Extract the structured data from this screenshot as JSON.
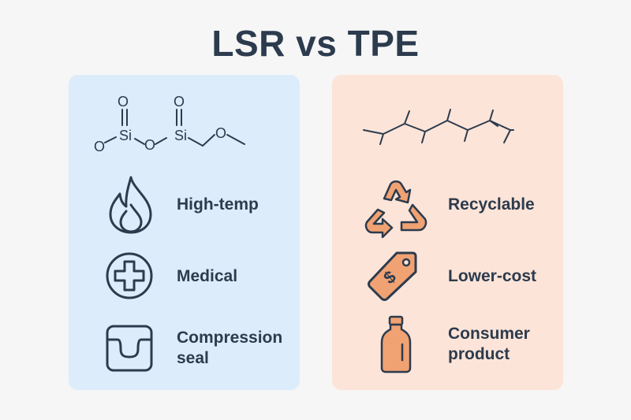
{
  "title": "LSR vs TPE",
  "left_panel": {
    "structure": {
      "atoms": {
        "si": "Si",
        "o": "O"
      }
    },
    "features": [
      {
        "icon": "flame-icon",
        "label": "High-temp"
      },
      {
        "icon": "medical-cross-icon",
        "label": "Medical"
      },
      {
        "icon": "compression-seal-icon",
        "label": "Compression\nseal"
      }
    ],
    "color": "#dcecfb"
  },
  "right_panel": {
    "features": [
      {
        "icon": "recycle-icon",
        "label": "Recyclable"
      },
      {
        "icon": "price-tag-icon",
        "label": "Lower-cost"
      },
      {
        "icon": "bottle-icon",
        "label": "Consumer\nproduct"
      }
    ],
    "color": "#fce4d8",
    "accent": "#f0a273"
  },
  "colors": {
    "ink": "#2c3b4d",
    "accent_orange": "#f0a273"
  }
}
